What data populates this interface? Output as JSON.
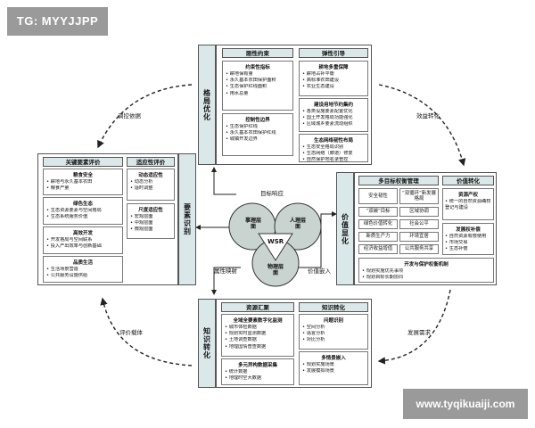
{
  "watermark_top": "TG: MYYJJPP",
  "watermark_bottom": "www.tyqikuaiji.com",
  "top": {
    "side": "格局优化",
    "left_hdr": "刚性约束",
    "right_hdr": "弹性引导",
    "l1_title": "约束性指标",
    "l1": [
      "耕地保有量",
      "永久基本农田保护面积",
      "生态保护红线面积",
      "用水总量"
    ],
    "l2_title": "控制性边界",
    "l2": [
      "生态保护红线",
      "永久基本农田保护红线",
      "城镇开发边界"
    ],
    "r1_title": "耕地多重保障",
    "r1": [
      "耕地占补平衡",
      "高标准农田建设",
      "农业生态建设"
    ],
    "r2_title": "建设用地节约集约",
    "r2": [
      "各类设施要素配置优化",
      "国土开发格局功能强化",
      "区域城乡要素流动组织"
    ],
    "r3_title": "生态网络韧性布局",
    "r3": [
      "生态安全格局识别",
      "生态网络（廊道）修复",
      "自然保护地名录管控"
    ]
  },
  "left": {
    "side": "要素识别",
    "hdr_l": "关键要素评价",
    "hdr_r": "适应性评价",
    "g1_title": "粮食安全",
    "g1": [
      "耕地与永久基本农田",
      "粮食产量"
    ],
    "g2_title": "绿色生态",
    "g2": [
      "生态资源要素与空间格局",
      "生态系统服务价值"
    ],
    "g3_title": "高效开发",
    "g3": [
      "开发格局与空间联系",
      "投入产出效率与创新基础"
    ],
    "g4_title": "品质生活",
    "g4": [
      "生活场景营造",
      "公共服务设施供给"
    ],
    "a1_title": "动态适应性",
    "a1": [
      "动态分析",
      "适时调整"
    ],
    "a2_title": "尺度适应性",
    "a2": [
      "宏观层面",
      "中观层面",
      "微观层面"
    ]
  },
  "right": {
    "side": "价值显化",
    "hdr_l": "多目标权衡管理",
    "hdr_r": "价值转化",
    "cells": [
      "安全韧性",
      "“双循环”新发展格局",
      "“双碳”目标",
      "区域协调",
      "绿色价值转化",
      "社会公平",
      "新质生产力",
      "环境宜居",
      "经济收益增值",
      "公共服务共享"
    ],
    "v1_title": "资源产权",
    "v1": [
      "统一的自然资源确权登记与建设"
    ],
    "v2_title": "发展权补偿",
    "v2": [
      "自然资源有偿使用",
      "市场交易",
      "生态补偿"
    ],
    "b_title": "开发与保护权衡机制",
    "b": [
      "规划实施优先事项",
      "规划目标长期协同"
    ]
  },
  "bottom": {
    "side": "知识转化",
    "hdr_l": "资源汇聚",
    "hdr_r": "知识转化",
    "l1_title": "全域全要素数字化监测",
    "l1": [
      "城市体检数据",
      "规划实时监测数据",
      "土地调查数据",
      "地理国情普查数据"
    ],
    "l2_title": "多元异构数据采集",
    "l2": [
      "统计数据",
      "地理时空大数据"
    ],
    "r1_title": "问题识别",
    "r1": [
      "空间分析",
      "语言分析",
      "对比分析"
    ],
    "r2_title": "多情景嵌入",
    "r2": [
      "规划实施场景",
      "发展模拟场景"
    ]
  },
  "center": {
    "wsr": "WSR",
    "shili": "事理层面",
    "renli": "人理层面",
    "wuli": "物理层面"
  },
  "arrows": {
    "tl": "调控依据",
    "tr": "效益转化",
    "bl": "评价载体",
    "br": "发展需求",
    "goal": "目标响应",
    "attr": "属性映射",
    "value": "价值嵌入"
  }
}
